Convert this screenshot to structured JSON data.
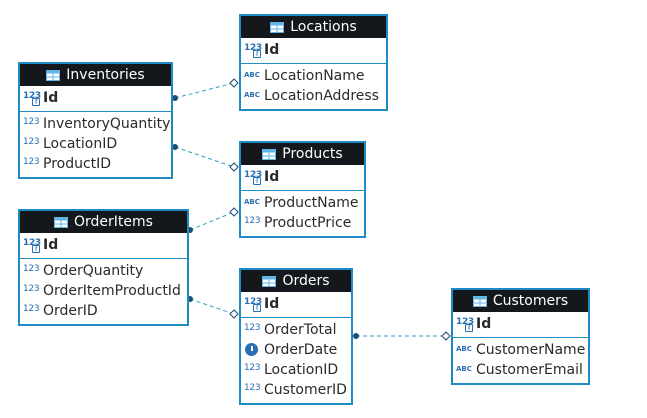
{
  "tables": {
    "inventories": {
      "title": "Inventories",
      "pk": "Id",
      "cols": [
        "InventoryQuantity",
        "LocationID",
        "ProductID"
      ]
    },
    "locations": {
      "title": "Locations",
      "pk": "Id",
      "cols": [
        "LocationName",
        "LocationAddress"
      ]
    },
    "products": {
      "title": "Products",
      "pk": "Id",
      "cols": [
        "ProductName",
        "ProductPrice"
      ]
    },
    "orderitems": {
      "title": "OrderItems",
      "pk": "Id",
      "cols": [
        "OrderQuantity",
        "OrderItemProductId",
        "OrderID"
      ]
    },
    "orders": {
      "title": "Orders",
      "pk": "Id",
      "cols": [
        "OrderTotal",
        "OrderDate",
        "LocationID",
        "CustomerID"
      ]
    },
    "customers": {
      "title": "Customers",
      "pk": "Id",
      "cols": [
        "CustomerName",
        "CustomerEmail"
      ]
    }
  },
  "icons": {
    "numeric": "123",
    "text": "ABC",
    "key": "key",
    "date": "clock"
  },
  "colors": {
    "border": "#1f8bc4",
    "header": "#14181c",
    "link": "#2f9fbf"
  }
}
